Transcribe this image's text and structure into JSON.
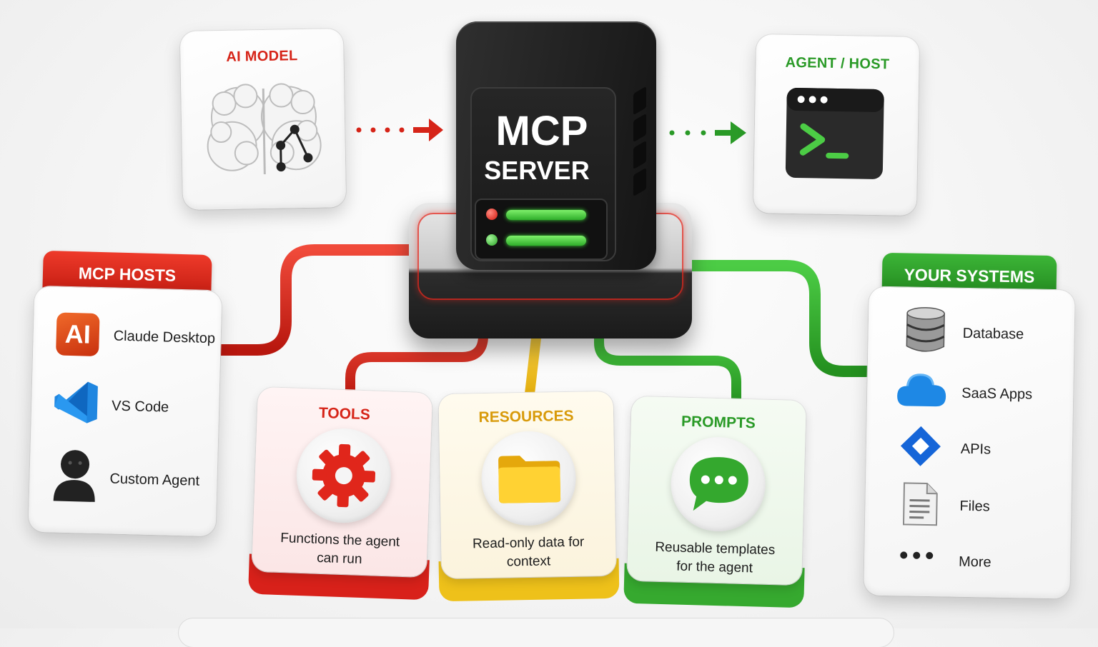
{
  "server": {
    "title_line1": "MCP",
    "title_line2": "SERVER"
  },
  "ai_model": {
    "title": "AI MODEL",
    "icon": "brain-icon"
  },
  "agent_host": {
    "title": "AGENT / HOST",
    "icon": "terminal-icon"
  },
  "mcp_hosts": {
    "title": "MCP HOSTS",
    "items": [
      {
        "label": "Claude Desktop",
        "icon_text": "AI",
        "icon": "claude-ai-icon"
      },
      {
        "label": "VS Code",
        "icon": "vscode-icon"
      },
      {
        "label": "Custom Agent",
        "icon": "user-icon"
      }
    ]
  },
  "your_systems": {
    "title": "YOUR SYSTEMS",
    "items": [
      {
        "label": "Database",
        "icon": "database-icon"
      },
      {
        "label": "SaaS Apps",
        "icon": "cloud-icon"
      },
      {
        "label": "APIs",
        "icon": "api-diamond-icon"
      },
      {
        "label": "Files",
        "icon": "file-icon"
      },
      {
        "label": "More",
        "icon": "more-dots-icon"
      }
    ]
  },
  "capabilities": [
    {
      "title": "TOOLS",
      "desc_line1": "Functions the agent",
      "desc_line2": "can run",
      "icon": "gear-icon"
    },
    {
      "title": "RESOURCES",
      "desc_line1": "Read-only data for",
      "desc_line2": "context",
      "icon": "folder-icon"
    },
    {
      "title": "PROMPTS",
      "desc_line1": "Reusable templates",
      "desc_line2": "for the agent",
      "icon": "chat-bubble-icon"
    }
  ],
  "colors": {
    "red": "#d62418",
    "green": "#2a9a27",
    "yellow": "#eec11a",
    "dark": "#1d1d1d"
  }
}
